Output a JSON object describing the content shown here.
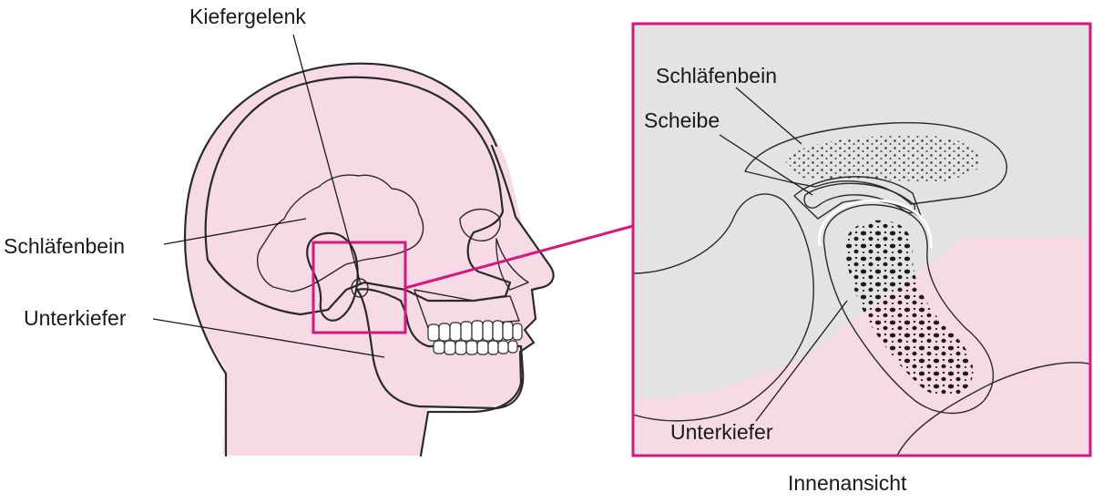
{
  "labels": {
    "jaw_joint": "Kiefergelenk",
    "temporal_bone_left": "Schläfenbein",
    "lower_jaw_left": "Unterkiefer",
    "temporal_bone_inset": "Schläfenbein",
    "disc_inset": "Scheibe",
    "lower_jaw_inset": "Unterkiefer",
    "inner_view_caption": "Innenansicht"
  },
  "colors": {
    "skin_pink": "#f6dbe6",
    "bone_gray": "#e3e3e3",
    "jaw_gray": "#a7a7a7",
    "disc_pink": "#ee9cc4",
    "highlight_magenta": "#d6177f",
    "line_dark": "#2a2a2a"
  }
}
